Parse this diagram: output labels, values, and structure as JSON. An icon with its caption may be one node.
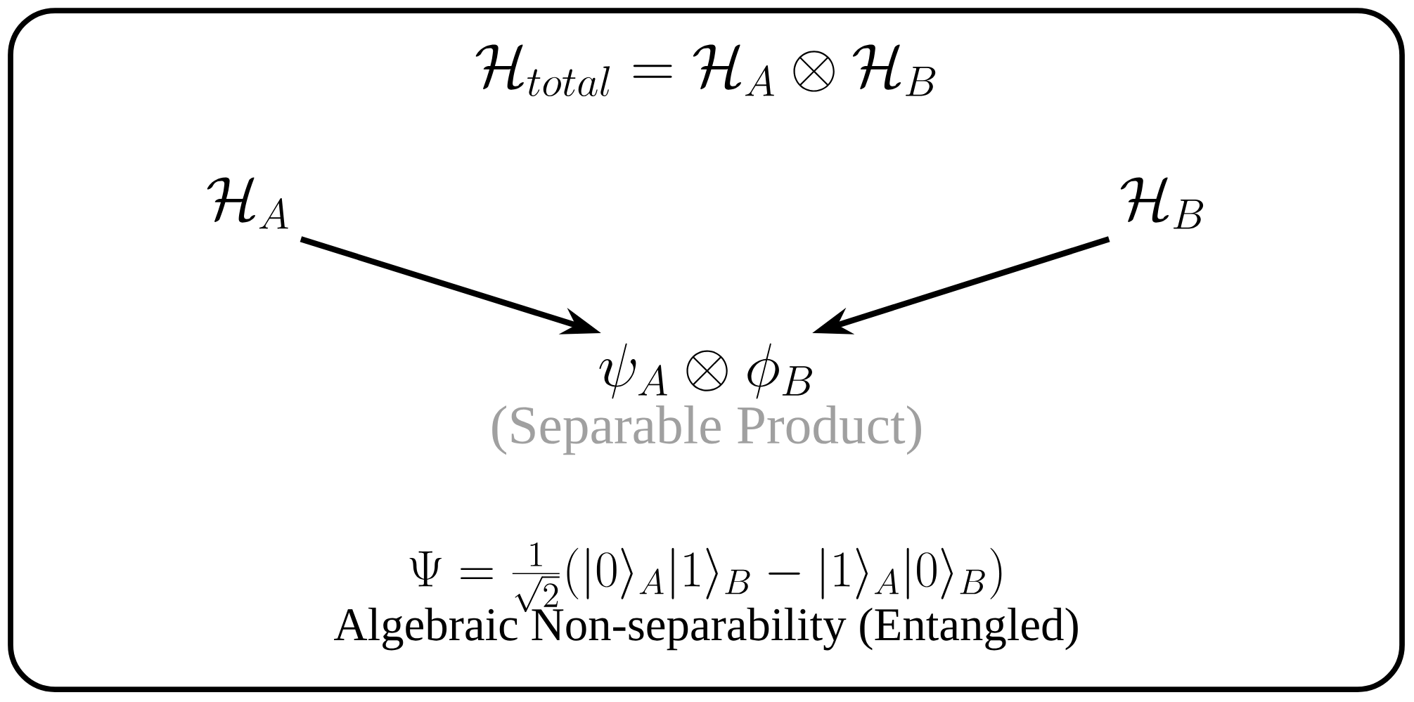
{
  "diagram": {
    "title": "\\mathcal{H}_{total} = \\mathcal{H}_A \\otimes \\mathcal{H}_B",
    "nodes": [
      {
        "text": [
          "\\mathcal{H}_A"
        ]
      },
      {
        "text": [
          "\\mathcal{H}_B"
        ]
      },
      {
        "text": [
          "\\psi_A \\otimes \\phi_B",
          "(Separable Product)"
        ]
      }
    ],
    "edges": [
      {
        "from": 0,
        "to": 2,
        "arrow": "to"
      },
      {
        "from": 1,
        "to": 2,
        "arrow": "to"
      }
    ],
    "labels": [
      "\\Psi = \\frac{1}{\\sqrt{2}}\\big(|0\\rangle_A|1\\rangle_B - |1\\rangle_A|0\\rangle_B\\big)",
      "Algebraic Non-separability (Entangled)"
    ]
  }
}
